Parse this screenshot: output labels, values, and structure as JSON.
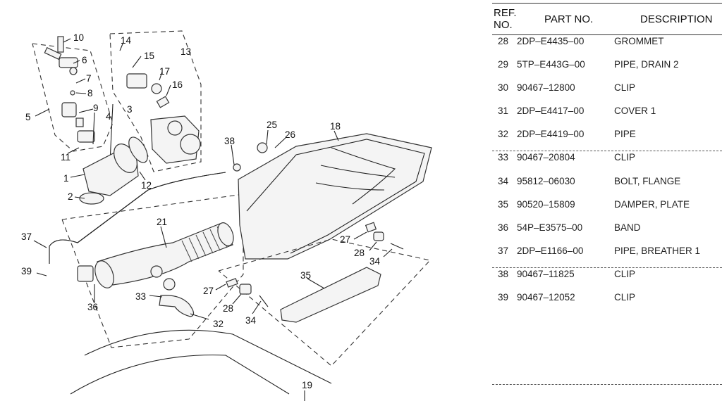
{
  "table": {
    "headers": {
      "ref_no": "REF.\nNO.",
      "part_no": "PART NO.",
      "description": "DESCRIPTION"
    },
    "rows": [
      {
        "ref": "28",
        "part": "2DP–E4435–00",
        "desc": "GROMMET"
      },
      {
        "ref": "29",
        "part": "5TP–E443G–00",
        "desc": "PIPE, DRAIN  2"
      },
      {
        "ref": "30",
        "part": "90467–12800",
        "desc": "CLIP"
      },
      {
        "ref": "31",
        "part": "2DP–E4417–00",
        "desc": "COVER 1"
      },
      {
        "ref": "32",
        "part": "2DP–E4419–00",
        "desc": "PIPE"
      },
      {
        "ref": "33",
        "part": "90467–20804",
        "desc": "CLIP"
      },
      {
        "ref": "34",
        "part": "95812–06030",
        "desc": "BOLT, FLANGE"
      },
      {
        "ref": "35",
        "part": "90520–15809",
        "desc": "DAMPER, PLATE"
      },
      {
        "ref": "36",
        "part": "54P–E3575–00",
        "desc": "BAND"
      },
      {
        "ref": "37",
        "part": "2DP–E1166–00",
        "desc": "PIPE, BREATHER 1"
      },
      {
        "ref": "38",
        "part": "90467–11825",
        "desc": "CLIP"
      },
      {
        "ref": "39",
        "part": "90467–12052",
        "desc": "CLIP"
      }
    ]
  },
  "diagram": {
    "callouts": [
      "10",
      "6",
      "14",
      "15",
      "13",
      "7",
      "8",
      "17",
      "16",
      "5",
      "9",
      "4",
      "3",
      "2",
      "11",
      "1",
      "12",
      "25",
      "26",
      "18",
      "38",
      "21",
      "37",
      "39",
      "36",
      "33",
      "27",
      "28",
      "34",
      "35",
      "32",
      "19"
    ]
  }
}
